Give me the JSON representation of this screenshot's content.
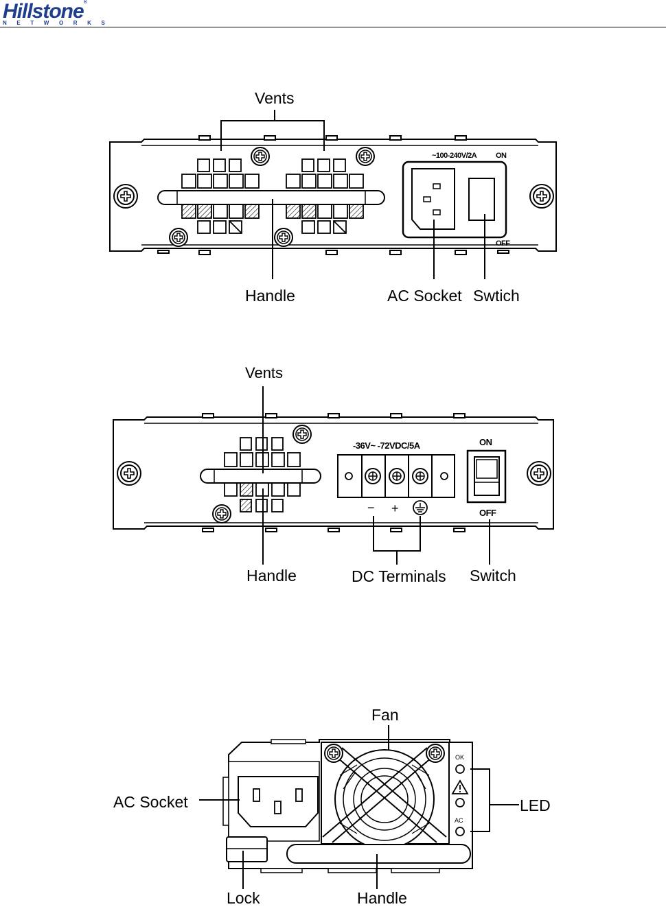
{
  "header": {
    "logo_text": "Hillstone",
    "logo_sub": "NETWORKS",
    "logo_reg": "®"
  },
  "figure_ac": {
    "vents_label": "Vents",
    "handle_label": "Handle",
    "socket_label": "AC Socket",
    "switch_label": "Swtich",
    "rating": "~100-240V/2A",
    "on": "ON",
    "off": "OFF"
  },
  "figure_dc": {
    "vents_label": "Vents",
    "handle_label": "Handle",
    "terminals_label": "DC Terminals",
    "switch_label": "Switch",
    "rating": "-36V~ -72VDC/5A",
    "on": "ON",
    "off": "OFF",
    "minus": "−",
    "plus": "+"
  },
  "figure_psu": {
    "fan_label": "Fan",
    "socket_label": "AC Socket",
    "led_label": "LED",
    "lock_label": "Lock",
    "handle_label": "Handle",
    "led_ok": "OK",
    "led_ac": "AC"
  }
}
